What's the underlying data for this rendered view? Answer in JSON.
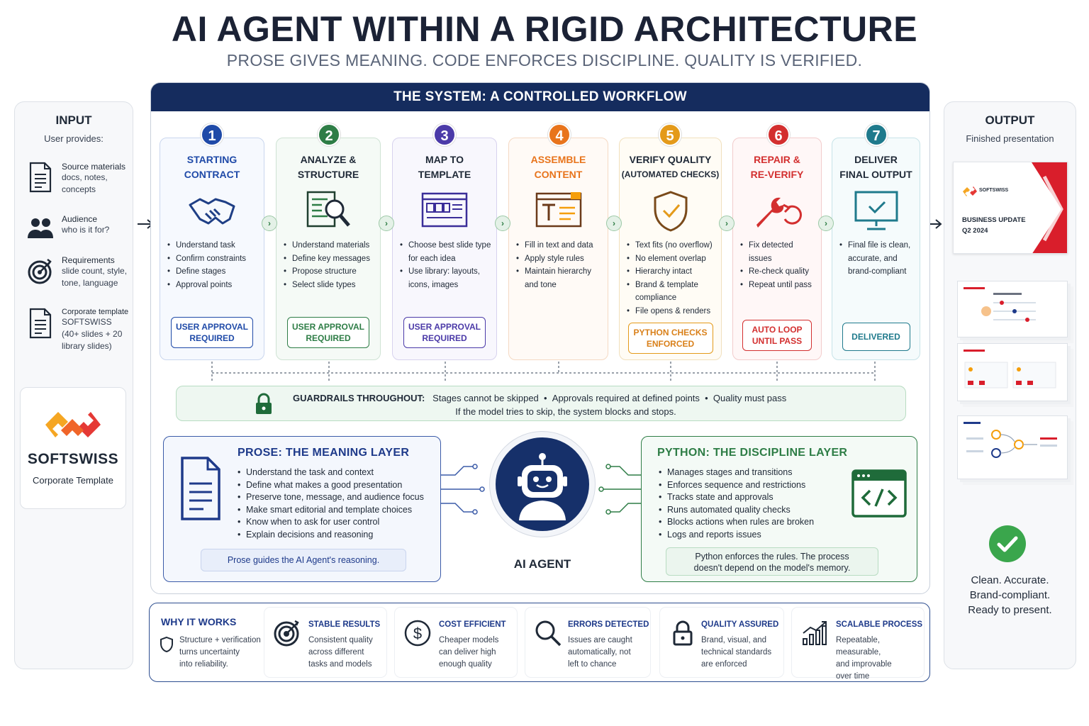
{
  "header": {
    "title": "AI AGENT WITHIN A RIGID ARCHITECTURE",
    "subtitle": "PROSE GIVES MEANING. CODE ENFORCES DISCIPLINE. QUALITY IS VERIFIED."
  },
  "input": {
    "heading": "INPUT",
    "subheading": "User provides:",
    "items": [
      {
        "icon": "document-icon",
        "title": "Source materials",
        "desc": "docs, notes, concepts"
      },
      {
        "icon": "people-icon",
        "title": "Audience",
        "desc": "who is it for?"
      },
      {
        "icon": "target-icon",
        "title": "Requirements",
        "desc": "slide count, style, tone, language"
      },
      {
        "icon": "template-icon",
        "title": "Corporate template",
        "desc1": "SOFTSWISS",
        "desc2": "(40+ slides + 20 library slides)"
      }
    ],
    "logo": {
      "name": "SOFTSWISS",
      "caption": "Corporate Template"
    }
  },
  "system": {
    "heading": "THE SYSTEM: A CONTROLLED WORKFLOW",
    "steps": [
      {
        "num": "1",
        "title1": "STARTING",
        "title2": "CONTRACT",
        "color": "#1f4aa8",
        "icon": "handshake-icon",
        "bullets": [
          "Understand task",
          "Confirm constraints",
          "Define stages",
          "Approval points"
        ],
        "pill1": "USER APPROVAL",
        "pill2": "REQUIRED"
      },
      {
        "num": "2",
        "title1": "ANALYZE &",
        "title2": "STRUCTURE",
        "color": "#2e7d46",
        "icon": "document-magnifier-icon",
        "bullets": [
          "Understand materials",
          "Define key messages",
          "Propose structure",
          "Select slide types"
        ],
        "pill1": "USER APPROVAL",
        "pill2": "REQUIRED"
      },
      {
        "num": "3",
        "title1": "MAP TO",
        "title2": "TEMPLATE",
        "color": "#4b3aa8",
        "icon": "layout-icon",
        "bullets": [
          "Choose best slide type for each idea",
          "Use library: layouts, icons, images"
        ],
        "pill1": "USER APPROVAL",
        "pill2": "REQUIRED"
      },
      {
        "num": "4",
        "title1": "ASSEMBLE",
        "title2": "CONTENT",
        "color": "#e8741c",
        "icon": "text-editor-icon",
        "bullets": [
          "Fill in text and data",
          "Apply style rules",
          "Maintain hierarchy and tone"
        ]
      },
      {
        "num": "5",
        "title1": "VERIFY QUALITY",
        "title2": "(AUTOMATED CHECKS)",
        "color": "#e49a1a",
        "icon": "shield-check-icon",
        "bullets": [
          "Text fits (no overflow)",
          "No element overlap",
          "Hierarchy intact",
          "Brand & template compliance",
          "File opens & renders"
        ],
        "pill1": "PYTHON CHECKS",
        "pill2": "ENFORCED"
      },
      {
        "num": "6",
        "title1": "REPAIR &",
        "title2": "RE-VERIFY",
        "color": "#d32f2f",
        "icon": "wrench-refresh-icon",
        "bullets": [
          "Fix detected issues",
          "Re-check quality",
          "Repeat until pass"
        ],
        "pill1": "AUTO LOOP",
        "pill2": "UNTIL PASS"
      },
      {
        "num": "7",
        "title1": "DELIVER",
        "title2": "FINAL OUTPUT",
        "color": "#1f7a8c",
        "icon": "monitor-check-icon",
        "bullets": [
          "Final file is clean, accurate, and brand-compliant"
        ],
        "pill1": "DELIVERED",
        "pill2": ""
      }
    ],
    "guardrails": {
      "label": "GUARDRAILS THROUGHOUT:",
      "items": [
        "Stages cannot be skipped",
        "Approvals required at defined points",
        "Quality must pass"
      ],
      "line2": "If the model tries to skip, the system blocks and stops."
    },
    "prose": {
      "heading": "PROSE: THE MEANING LAYER",
      "bullets": [
        "Understand the task and context",
        "Define what makes a good presentation",
        "Preserve tone, message, and audience focus",
        "Make smart editorial and template choices",
        "Know when to ask for user control",
        "Explain decisions and reasoning"
      ],
      "note": "Prose guides the AI Agent's reasoning."
    },
    "agent": {
      "label": "AI AGENT"
    },
    "python": {
      "heading": "PYTHON: THE DISCIPLINE LAYER",
      "bullets": [
        "Manages stages and transitions",
        "Enforces sequence and restrictions",
        "Tracks state and approvals",
        "Runs automated quality checks",
        "Blocks actions when rules are broken",
        "Logs and reports issues"
      ],
      "note1": "Python enforces the rules. The process",
      "note2": "doesn't depend on the model's memory."
    }
  },
  "why": {
    "heading": "WHY IT WORKS",
    "intro": [
      "Structure + verification",
      "turns uncertainty",
      "into reliability."
    ],
    "cards": [
      {
        "icon": "target-icon",
        "title": "STABLE RESULTS",
        "desc": [
          "Consistent quality",
          "across different",
          "tasks and models"
        ]
      },
      {
        "icon": "dollar-icon",
        "title": "COST EFFICIENT",
        "desc": [
          "Cheaper models",
          "can deliver high",
          "enough quality"
        ]
      },
      {
        "icon": "search-icon",
        "title": "ERRORS DETECTED",
        "desc": [
          "Issues are caught",
          "automatically, not",
          "left to chance"
        ]
      },
      {
        "icon": "lock-icon",
        "title": "QUALITY ASSURED",
        "desc": [
          "Brand, visual, and",
          "technical standards",
          "are enforced"
        ]
      },
      {
        "icon": "growth-chart-icon",
        "title": "SCALABLE PROCESS",
        "desc": [
          "Repeatable, measurable,",
          "and improvable",
          "over time"
        ]
      }
    ]
  },
  "output": {
    "heading": "OUTPUT",
    "subheading": "Finished presentation",
    "cover": {
      "brand": "SOFTSWISS",
      "title1": "BUSINESS UPDATE",
      "title2": "Q2 2024"
    },
    "result": [
      "Clean. Accurate.",
      "Brand-compliant.",
      "Ready to present."
    ]
  }
}
